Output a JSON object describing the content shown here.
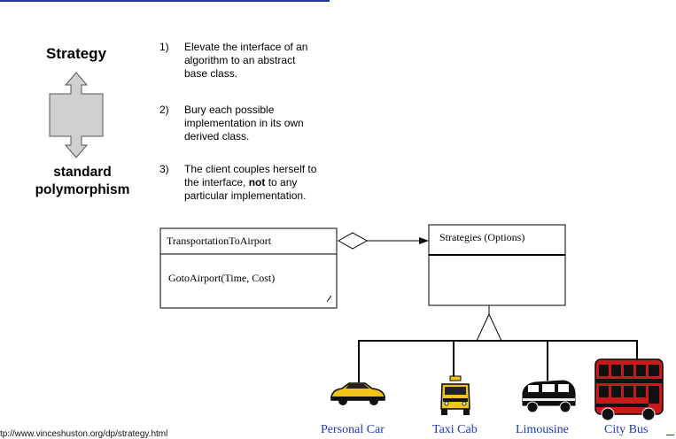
{
  "left": {
    "title": "Strategy",
    "subtitle_line1": "standard",
    "subtitle_line2": "polymorphism"
  },
  "points": [
    {
      "num": "1)",
      "line1": "Elevate the interface of an",
      "line2": "algorithm to an abstract",
      "line3": "base class."
    },
    {
      "num": "2)",
      "line1": "Bury each possible",
      "line2": "implementation in its own",
      "line3": "derived class."
    },
    {
      "num": "3)",
      "line1": "The client couples herself to",
      "line2a": "the interface, ",
      "line2b": "not",
      "line2c": " to any",
      "line3": "particular implementation."
    }
  ],
  "uml": {
    "client_name": "TransportationToAirport",
    "client_method": "GotoAirport(Time, Cost)",
    "strategy_name": "Strategies (Options)"
  },
  "vehicles": [
    "Personal Car",
    "Taxi Cab",
    "Limousine",
    "City Bus"
  ],
  "url": "tp://www.vinceshuston.org/dp/strategy.html",
  "colors": {
    "label_blue": "#1b39b8",
    "bus_red": "#c8191b",
    "taxi_yellow": "#f0c419",
    "header_rule": "#1f3a93"
  }
}
